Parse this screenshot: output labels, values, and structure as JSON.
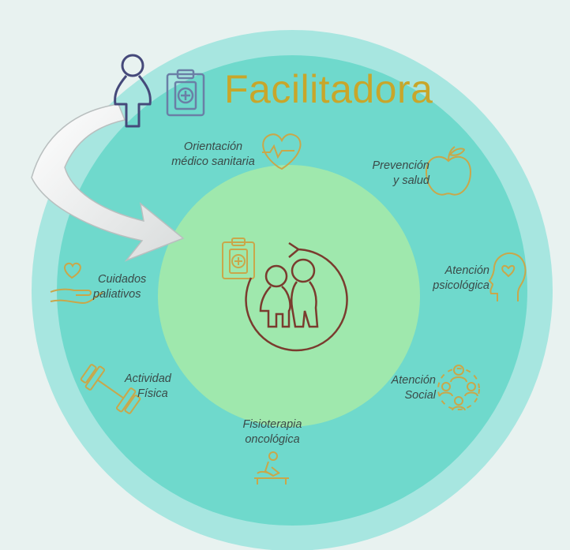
{
  "title": "Facilitadora",
  "labels": {
    "orientacion": [
      "Orientación",
      "médico sanitaria"
    ],
    "prevencion": [
      "Prevención",
      "y salud"
    ],
    "psicologica": [
      "Atención",
      "psicológica"
    ],
    "social": [
      "Atención",
      "Social"
    ],
    "fisioterapia": [
      "Fisioterapia",
      "oncológica"
    ],
    "actividad": [
      "Actividad",
      "Física"
    ],
    "cuidados": [
      "Cuidados",
      "paliativos"
    ]
  },
  "colors": {
    "background": "#e8f2f0",
    "outer_ring": "#a7e6e0",
    "middle_ring": "#6fd9cc",
    "center": "#9fe8ad",
    "title": "#c8a62a",
    "icon_gold": "#c9a74a",
    "icon_brown": "#7a3b2e",
    "icon_navy": "#45497a"
  }
}
